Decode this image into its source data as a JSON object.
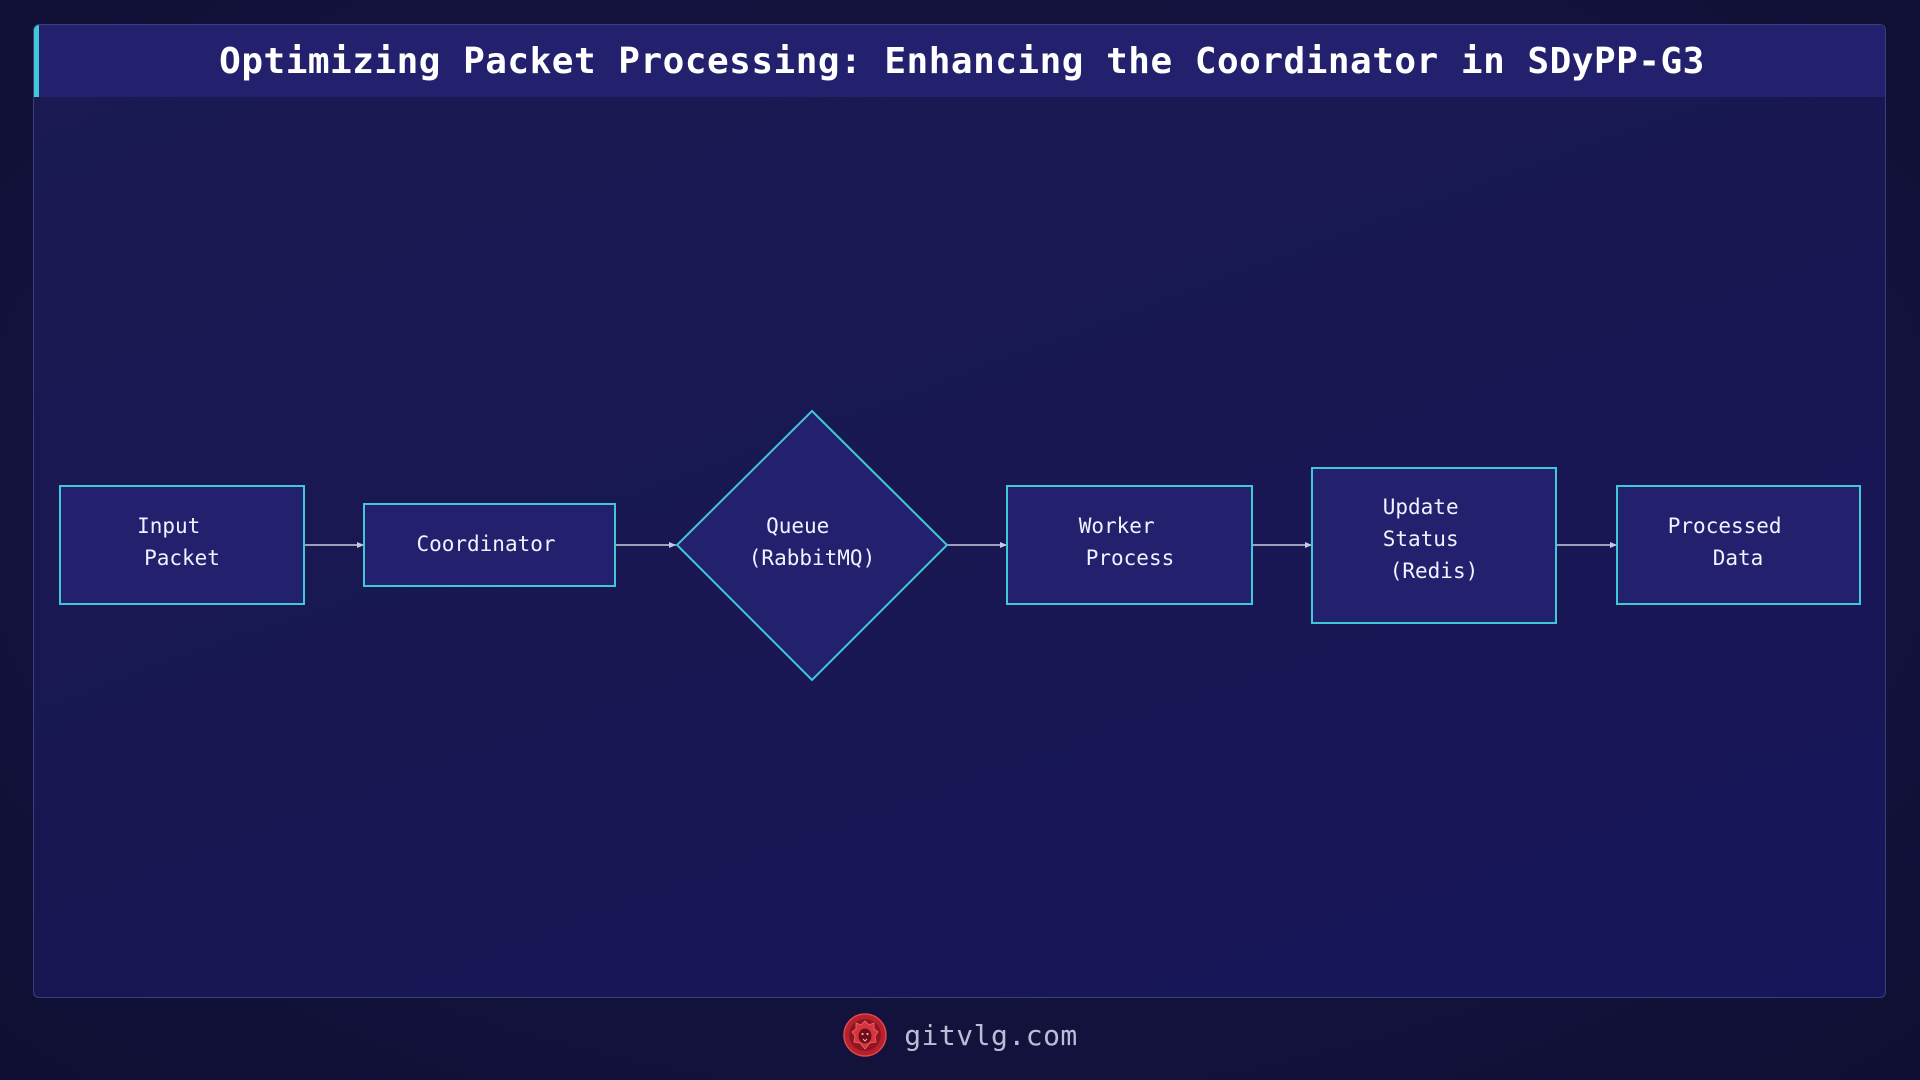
{
  "header": {
    "title": "Optimizing Packet Processing: Enhancing the Coordinator in SDyPP-G3"
  },
  "diagram": {
    "nodes": [
      {
        "id": "input",
        "shape": "rect",
        "lines": [
          "Input",
          "Packet"
        ]
      },
      {
        "id": "coordinator",
        "shape": "rect",
        "lines": [
          "Coordinator"
        ]
      },
      {
        "id": "queue",
        "shape": "diamond",
        "lines": [
          "Queue",
          "(RabbitMQ)"
        ]
      },
      {
        "id": "worker",
        "shape": "rect",
        "lines": [
          "Worker",
          "Process"
        ]
      },
      {
        "id": "update",
        "shape": "rect",
        "lines": [
          "Update",
          "Status",
          "(Redis)"
        ]
      },
      {
        "id": "processed",
        "shape": "rect",
        "lines": [
          "Processed",
          "Data"
        ]
      }
    ],
    "edges": [
      {
        "from": "input",
        "to": "coordinator"
      },
      {
        "from": "coordinator",
        "to": "queue"
      },
      {
        "from": "queue",
        "to": "worker"
      },
      {
        "from": "worker",
        "to": "update"
      },
      {
        "from": "update",
        "to": "processed"
      }
    ],
    "colors": {
      "node_fill": "#23216e",
      "node_stroke": "#3fc9d6",
      "edge": "#c8cbe0",
      "accent": "#3fc9d6"
    }
  },
  "footer": {
    "site": "gitvlg.com",
    "logo_icon": "lion-logo-icon"
  }
}
